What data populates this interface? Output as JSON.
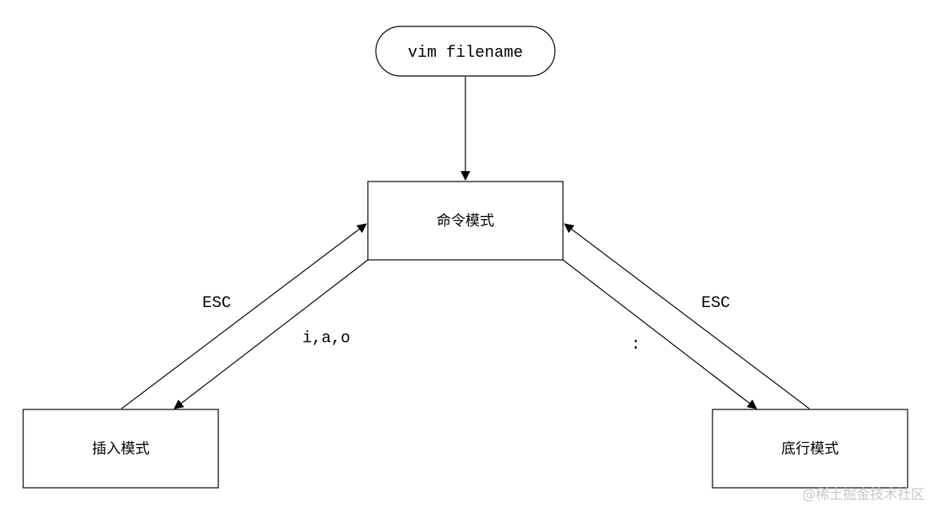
{
  "diagram": {
    "start_label": "vim filename",
    "nodes": {
      "command": "命令模式",
      "insert": "插入模式",
      "lastline": "底行模式"
    },
    "edges": {
      "insert_to_command": "ESC",
      "command_to_insert": "i,a,o",
      "command_to_lastline": ":",
      "lastline_to_command": "ESC"
    }
  },
  "watermark": "@稀土掘金技术社区",
  "colors": {
    "stroke": "#000000",
    "background": "#ffffff",
    "watermark": "#c8c8c8"
  }
}
